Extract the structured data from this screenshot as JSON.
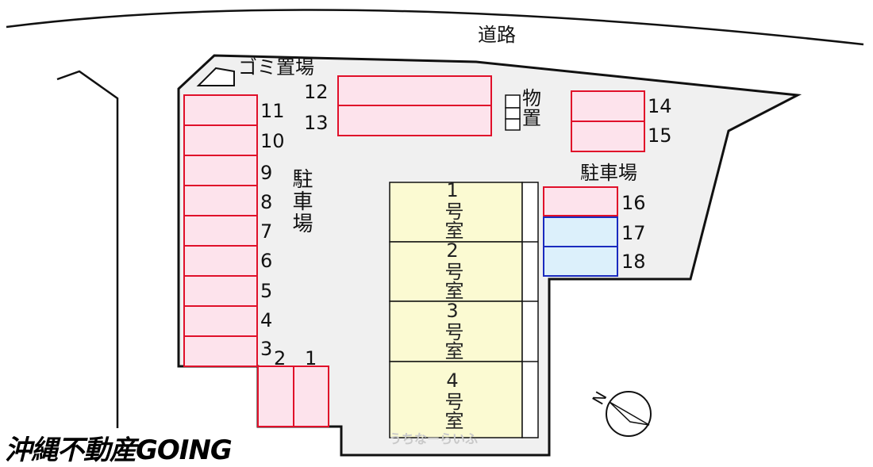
{
  "road_label": "道路",
  "garbage_label": "ゴミ置場",
  "parking_label_vertical": "駐車場",
  "parking_label_right": "駐車場",
  "storage_label": "物置",
  "spaces_left": [
    "11",
    "10",
    "9",
    "8",
    "7",
    "6",
    "5",
    "4",
    "3"
  ],
  "spaces_bottom": [
    "2",
    "1"
  ],
  "spaces_top": [
    "12",
    "13"
  ],
  "spaces_top_right": [
    "14",
    "15"
  ],
  "spaces_right": [
    "16",
    "17",
    "18"
  ],
  "rooms": [
    "1号室",
    "2号室",
    "3号室",
    "4号室"
  ],
  "compass_label": "N",
  "brand": "沖縄不動産GOING",
  "watermark": "うちなーらいふ",
  "colors": {
    "lot": "#f0f0f0",
    "space_pink_fill": "#fde3ec",
    "space_pink_stroke": "#e0102a",
    "space_blue_fill": "#dcf0fb",
    "space_blue_stroke": "#1a2bbf",
    "building_fill": "#fbfad2"
  }
}
